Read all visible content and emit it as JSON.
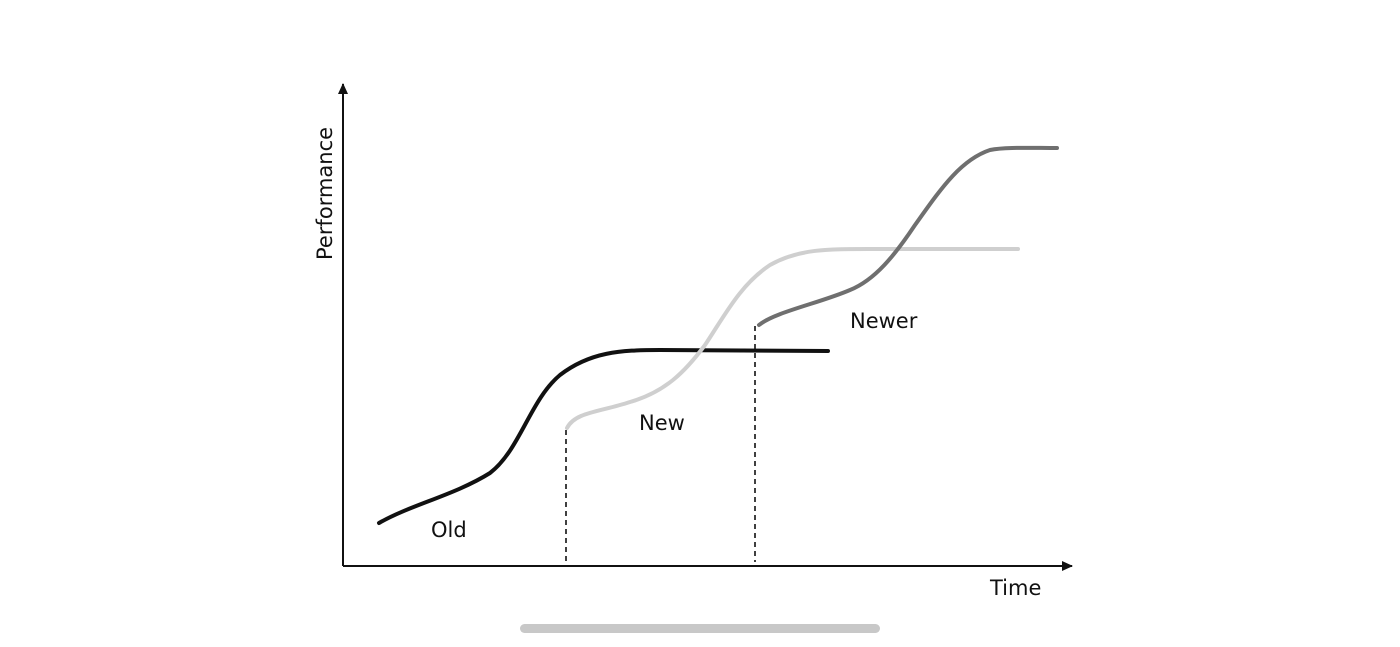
{
  "diagram": {
    "y_axis_label": "Performance",
    "x_axis_label": "Time",
    "curves": [
      {
        "label": "Old",
        "color": "#111111"
      },
      {
        "label": "New",
        "color": "#cfcfcf"
      },
      {
        "label": "Newer",
        "color": "#6f6f6f"
      }
    ],
    "transition_markers": "dashed vertical lines where each new curve begins"
  },
  "home_indicator": {
    "color": "#c8c8c8"
  }
}
